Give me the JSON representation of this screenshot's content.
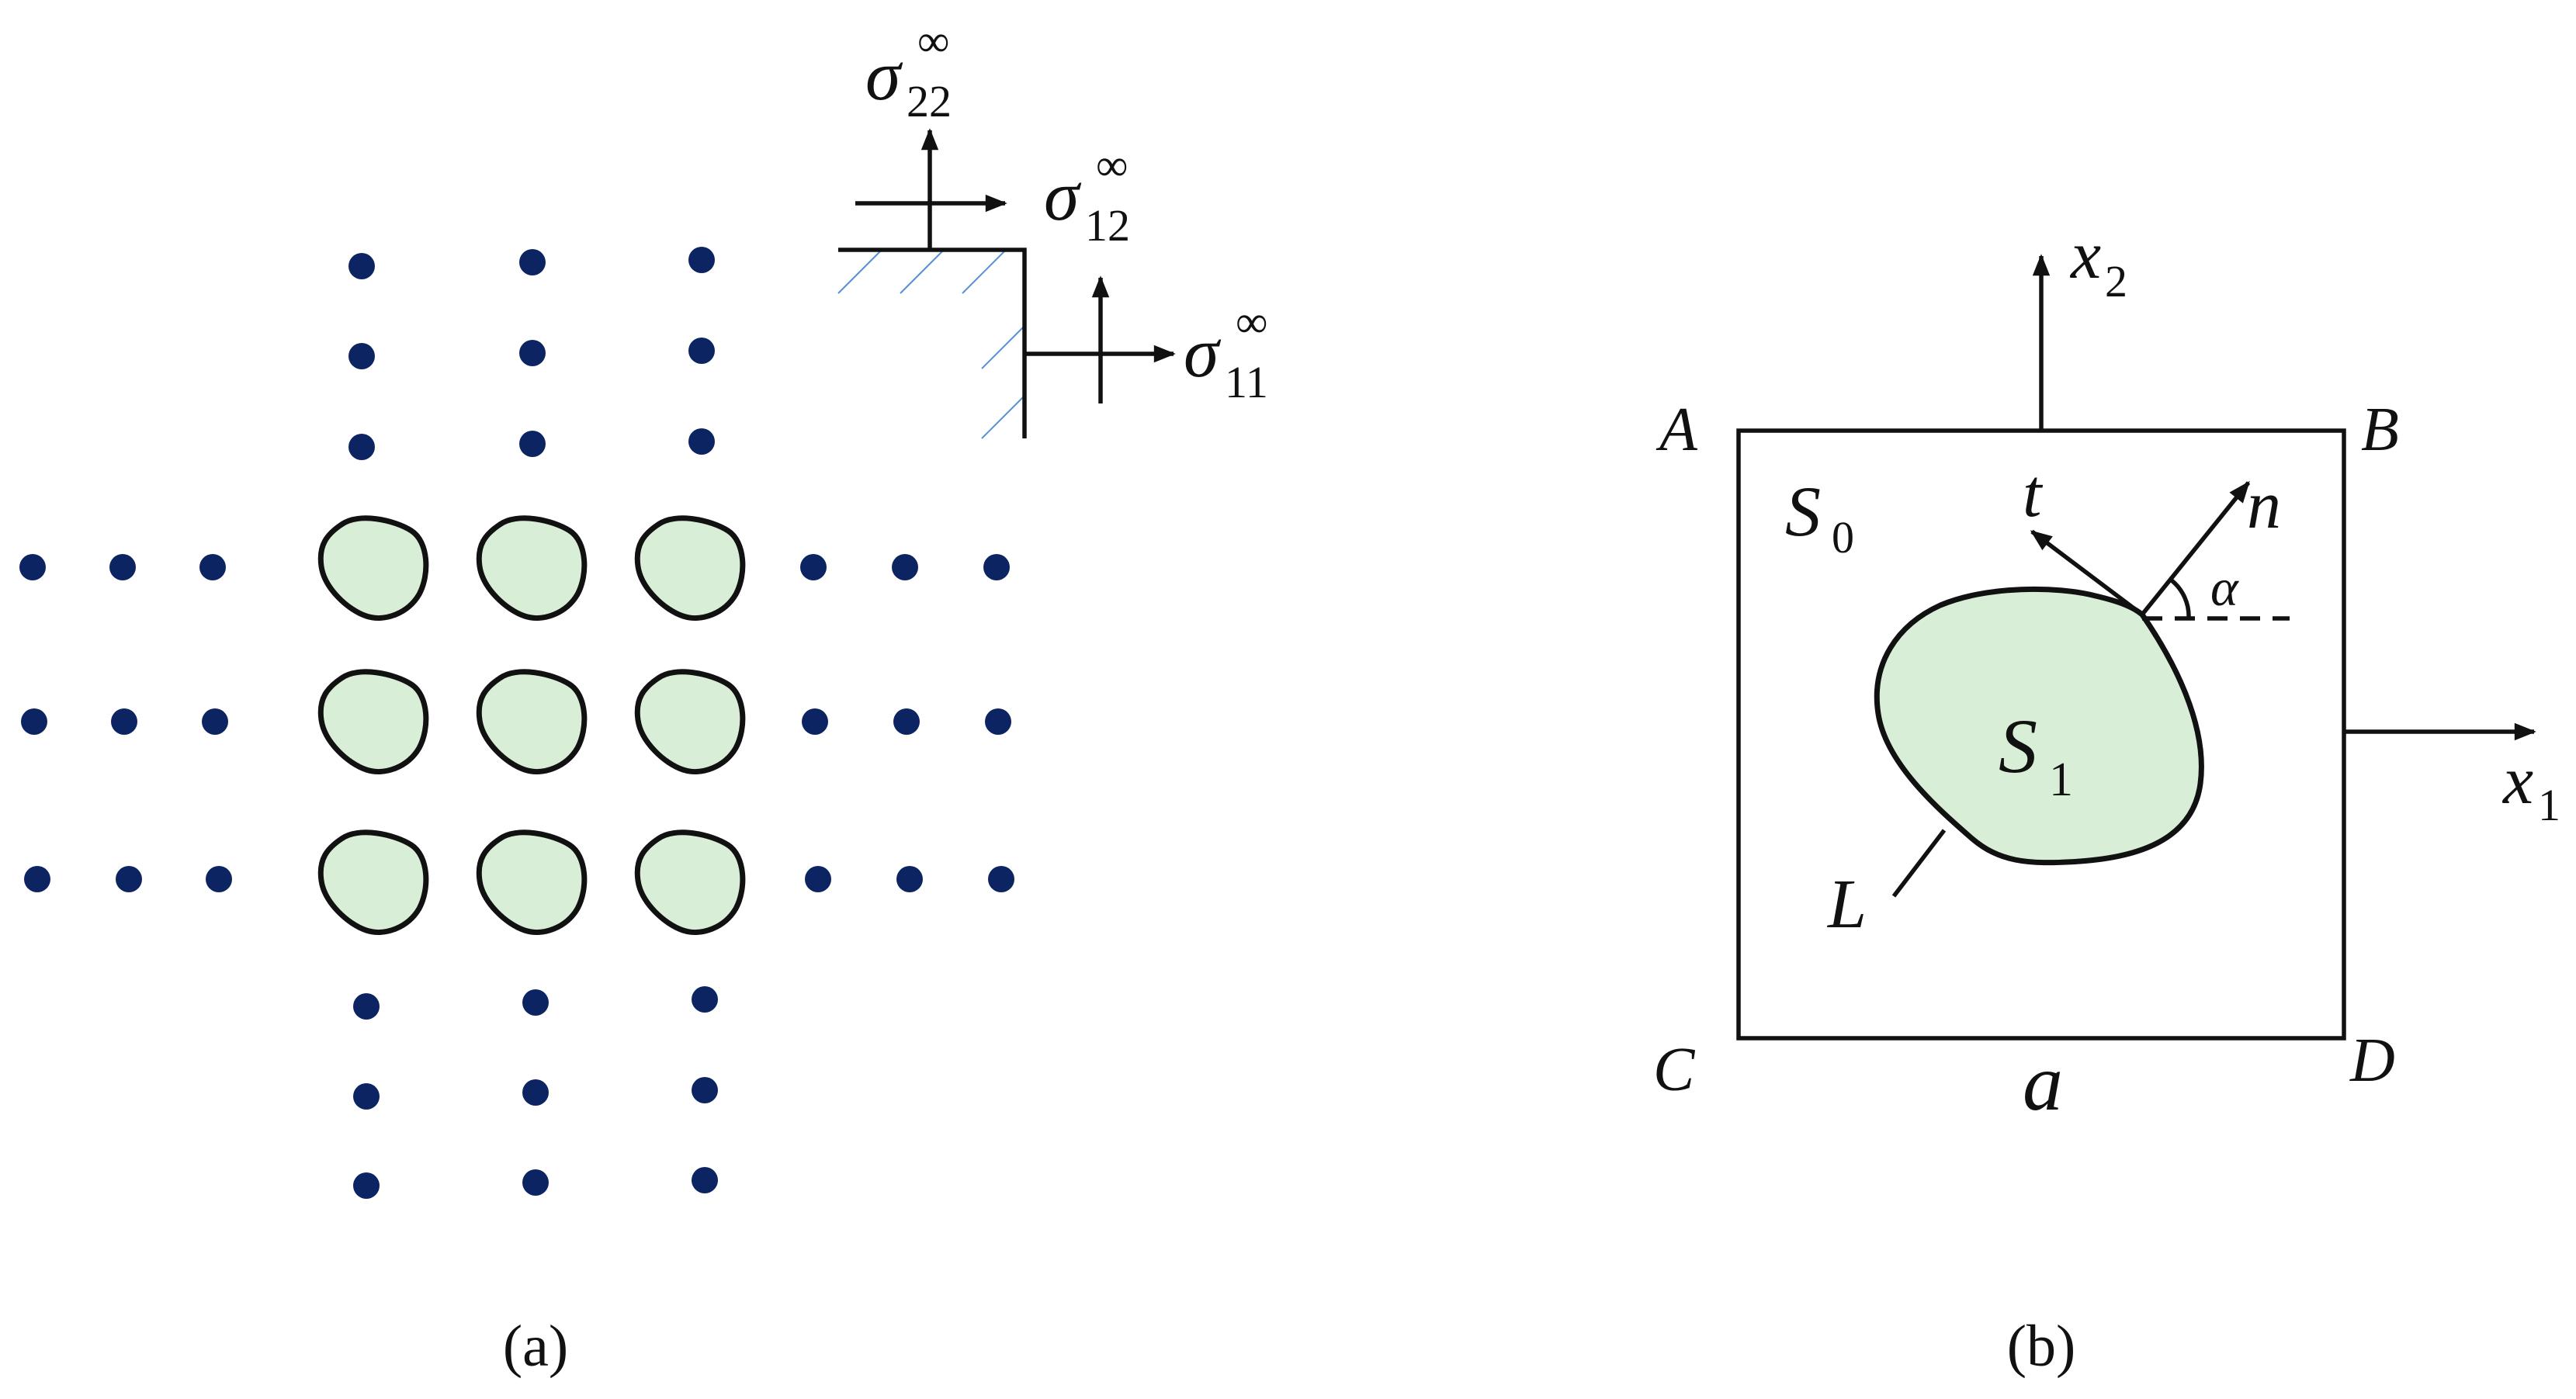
{
  "panel_a": {
    "caption": "(a)",
    "stress_labels": [
      {
        "symbol": "σ",
        "sub": "22",
        "sup": "∞"
      },
      {
        "symbol": "σ",
        "sub": "12",
        "sup": "∞"
      },
      {
        "symbol": "σ",
        "sub": "11",
        "sup": "∞"
      }
    ]
  },
  "panel_b": {
    "caption": "(b)",
    "corners": {
      "A": "A",
      "B": "B",
      "C": "C",
      "D": "D"
    },
    "matrix_region": {
      "symbol": "S",
      "sub": "0"
    },
    "inclusion_region": {
      "symbol": "S",
      "sub": "1"
    },
    "boundary": "L",
    "side_length": "a",
    "axis_x1": {
      "symbol": "x",
      "sub": "1"
    },
    "axis_x2": {
      "symbol": "x",
      "sub": "2"
    },
    "tangent": "t",
    "normal": "n",
    "angle": "α"
  },
  "colors": {
    "inclusion_fill": "#d9eed7",
    "dot": "#0c2461",
    "hatch": "#5a8fd6",
    "outline": "#111111"
  }
}
